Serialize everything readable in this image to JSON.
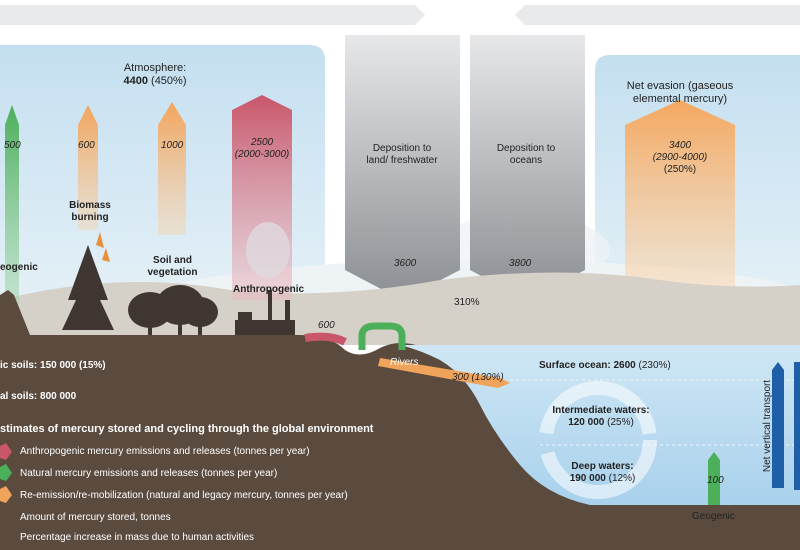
{
  "atmosphere": {
    "label": "Atmosphere:",
    "value": "4400",
    "pct": "(450%)"
  },
  "net_evasion": {
    "label": "Net evasion (gaseous elemental mercury)",
    "value": "3400",
    "range": "(2900-4000)",
    "pct": "(250%)"
  },
  "flows": {
    "geogenic": {
      "value": "500",
      "label": "eogenic"
    },
    "biomass": {
      "value": "600",
      "label": "Biomass burning"
    },
    "soil_veg": {
      "value": "1000",
      "label": "Soil and vegetation"
    },
    "anthro": {
      "value": "2500",
      "range": "(2000-3000)",
      "label": "Anthropogenic"
    },
    "release": {
      "value": "600"
    }
  },
  "deposition": {
    "land": {
      "label": "Deposition to land/ freshwater",
      "value": "3600"
    },
    "ocean": {
      "label": "Deposition to oceans",
      "value": "3800"
    },
    "pct": "310%"
  },
  "rivers": {
    "label": "Rivers",
    "value": "300 (130%)"
  },
  "soils": {
    "organic": "ic soils: 150 000 (15%)",
    "mineral": "al soils: 800 000"
  },
  "ocean": {
    "surface": {
      "label": "Surface ocean:",
      "value": "2600",
      "pct": "(230%)"
    },
    "intermediate": {
      "label": "Intermediate waters:",
      "value": "120 000",
      "pct": "(25%)"
    },
    "deep": {
      "label": "Deep waters:",
      "value": "190 000",
      "pct": "(12%)"
    },
    "net_vertical": "Net vertical transport",
    "geogenic": {
      "value": "100",
      "label": "Geogenic"
    }
  },
  "legend": {
    "title": "stimates of mercury stored and cycling through the global environment",
    "items": [
      {
        "label": "Anthropogenic mercury emissions and releases (tonnes per year)",
        "color": "#c9566a"
      },
      {
        "label": "Natural mercury emissions and releases (tonnes per year)",
        "color": "#4caf5a"
      },
      {
        "label": "Re-emission/re-mobilization (natural and legacy mercury, tonnes per year)",
        "color": "#f0a35a"
      },
      {
        "label": "Amount of mercury stored, tonnes",
        "color": ""
      },
      {
        "label": "Percentage increase in mass due to human activities",
        "color": ""
      }
    ]
  },
  "colors": {
    "sky": "#d5e8f3",
    "ground": "#5a4a3e",
    "ocean": "#c5e1f2",
    "anthro": "#c9566a",
    "natural": "#4caf5a",
    "reemit": "#f0a35a",
    "deposition": "#8e9196"
  }
}
